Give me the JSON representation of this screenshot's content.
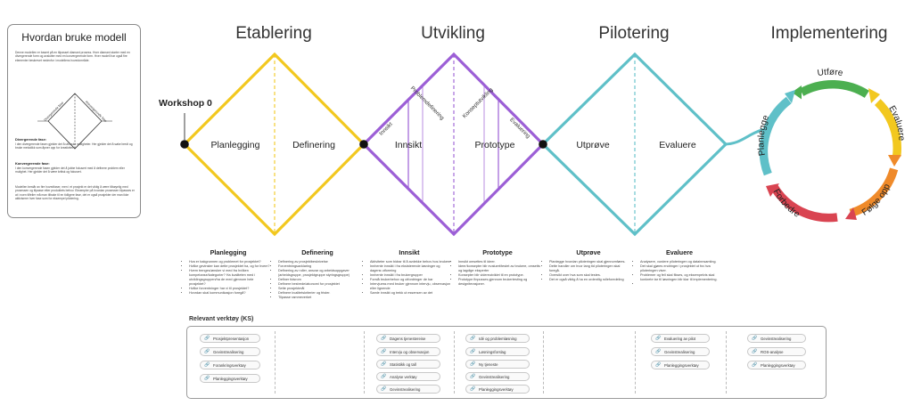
{
  "guide": {
    "title": "Hvordan bruke modell",
    "intro": "Denne modellen er basert på en tilpasset diamant prosess. Hver diamant starter med en divergerende form og avslutter med en konvergerende form. Hver modell har også fire elementer beskrevet nedenfor i modellens hovedområde.",
    "diagram_left_label": "Divergerende fase",
    "diagram_right_label": "Konvergerende fase",
    "div_heading": "Divergerende fase:",
    "div_text": "I den divergerende fasen gjelder det å utforske muligheter. Her gjelder det å søke bredt og bruke metodikk som åpner opp for kreativitet.",
    "conv_heading": "Konvergerende fase:",
    "conv_text": "I den konvergerende fasen gjelder det å jobbe fokusert med å definere problem eller mulighet. Her gjelder det å være kritisk og fokusert.",
    "outro": "Modellen består av fire hovedfaser, men i et prosjekt er det viktig å være tilbøyelig med prosessen og tilpasse etter produktets behov. Eksempler på hvordan prosessen tilpasses er at i noen tilfeller må man tilbake til en tidligere fase, det er også prosjekter der man ikke aktiviserer hver fase som for eksempel pilotering."
  },
  "phases": [
    {
      "title": "Etablering",
      "color": "#f2c81f"
    },
    {
      "title": "Utvikling",
      "color": "#9c5fd6"
    },
    {
      "title": "Pilotering",
      "color": "#5fc0c8"
    },
    {
      "title": "Implementering",
      "color": "#555555"
    }
  ],
  "workshop_label": "Workshop 0",
  "diamonds": {
    "etablering": [
      "Planlegging",
      "Definering"
    ],
    "utvikling": [
      "Innsikt",
      "Prototype"
    ],
    "pilotering": [
      "Utprøve",
      "Evaluere"
    ],
    "utvikling_sub": [
      "Innsikt",
      "Problemdefinering",
      "Konseptutvikling",
      "Evaluering"
    ]
  },
  "cycle": {
    "segments": [
      {
        "label": "Utføre",
        "color": "#4caf50"
      },
      {
        "label": "Evaluere",
        "color": "#f2c81f"
      },
      {
        "label": "Følge opp",
        "color": "#ef8a2a"
      },
      {
        "label": "Forbedre",
        "color": "#d94451"
      },
      {
        "label": "Planlegge",
        "color": "#5fc0c8"
      }
    ]
  },
  "columns": [
    {
      "title": "Planlegging",
      "items": [
        "Hva er bakgrunnen og problemet for prosjektet?",
        "Hvilke gevinster kan dette prosjektet ha, og for hvem?",
        "Hvem trenges/ønsker vi med fra hvilken kompetanse/kategorier? Ha kvaliteten med i utviklingsgruppen/ha de med gjennom hele prosjektet?",
        "Hvilke forventninger har vi til prosjektet?",
        "Hvordan skal kommunikasjon foregå?"
      ]
    },
    {
      "title": "Definering",
      "items": [
        "Definering av prosjektbeskrivelse",
        "Forventningsavklaring",
        "Definering av roller, ansvar og arbeidsoppgaver (arbeidsgruppe, prosjektgruppe styringsgruppe)",
        "Definer tidsrom",
        "Definere bestrede/økonomi for prosjektet",
        "Sette prosjektmål",
        "Definere kvalitetskriterier og frister.",
        "Tilpasse rammeverket"
      ]
    },
    {
      "title": "Innsikt",
      "items": [
        "Aktiviteter som bidrar til å avdekke behov hos brukere.",
        "Innhente innsikt i fra eksisterende løsninger og dagens utforming",
        "Innhente innsikt i fra brukergrupper",
        "Forstå brukerbehov og utfordringer de har",
        "Intervjuess med bruker gjennom intervju, observasjon eller lignende",
        "Samle innsikt og trekk ut essensen av det"
      ]
    },
    {
      "title": "Prototype",
      "items": [
        "Innsikt omsettes til ideer.",
        "Ideer/konsepter blir evaluert/testet av brukere, omsetts og lagdige eksperter",
        "Konsepter blir videreutviklet til en prototype.",
        "Prototype finpusses gjennom brukertesting og designiterasjoner."
      ]
    },
    {
      "title": "Utprøve",
      "items": [
        "Planlegge hvordan piloteringen skal gjennomføres.",
        "Dette handler om hvor lang tid piloteringen skal foregå.",
        "Oversikt over hva som skal testes.",
        "Det er også viktig å ha en ordentlig rolleforedeling"
      ]
    },
    {
      "title": "Evaluere",
      "items": [
        "Analysere, vurdere piloteringen og datainnsamling.",
        "Det skal gjøres endringer i prosjektet ut fra hva piloteringen viser.",
        "Problemer og feil skal fikses, og eksempelvis skal konkrete tar til løsningen blir klar til implementering."
      ]
    }
  ],
  "tools": {
    "label": "Relevant verktøy (KS)",
    "groups": [
      [
        "Prosjektpresentasjon",
        "Gevinstrealisering",
        "Forankringsverktøy",
        "Planleggingsverktøy"
      ],
      [],
      [
        "Dagens tjenestereise",
        "Intervju og observasjon",
        "Statistikk og tall",
        "Analyse verktøy",
        "Gevinstrealisering"
      ],
      [
        "Idé og problemløsning",
        "Løsningsforslag",
        "Ny tjeneste",
        "Gevinstrealisering",
        "Planleggingsverktøy"
      ],
      [],
      [
        "Evaluering av pilot",
        "Gevinstrealisering",
        "Planleggingsverktøy"
      ],
      [
        "Gevinstrealisering",
        "ROS-analyse",
        "Planleggingsverktøy"
      ]
    ]
  }
}
